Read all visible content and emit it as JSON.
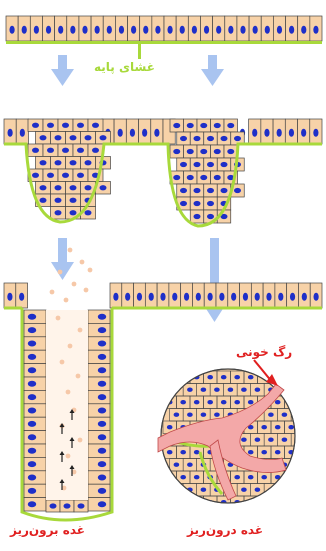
{
  "labels": {
    "basal_membrane": "غشای پایه",
    "blood_vessel": "رگ خونی",
    "exocrine_gland": "غده برون‌ریز",
    "endocrine_gland": "غده درون‌ریز"
  },
  "colors": {
    "membrane": "#a8d93b",
    "cell_fill": "#f7d2a8",
    "cell_stroke": "#444444",
    "nucleus": "#1f2fc8",
    "vessel": "#f3a8a8",
    "vessel_stroke": "#c04848",
    "arrow": "#a9c4f0",
    "label_basal": "#a8d93b",
    "label_red": "#e02020",
    "secretion_dot": "#f6c8a8"
  }
}
